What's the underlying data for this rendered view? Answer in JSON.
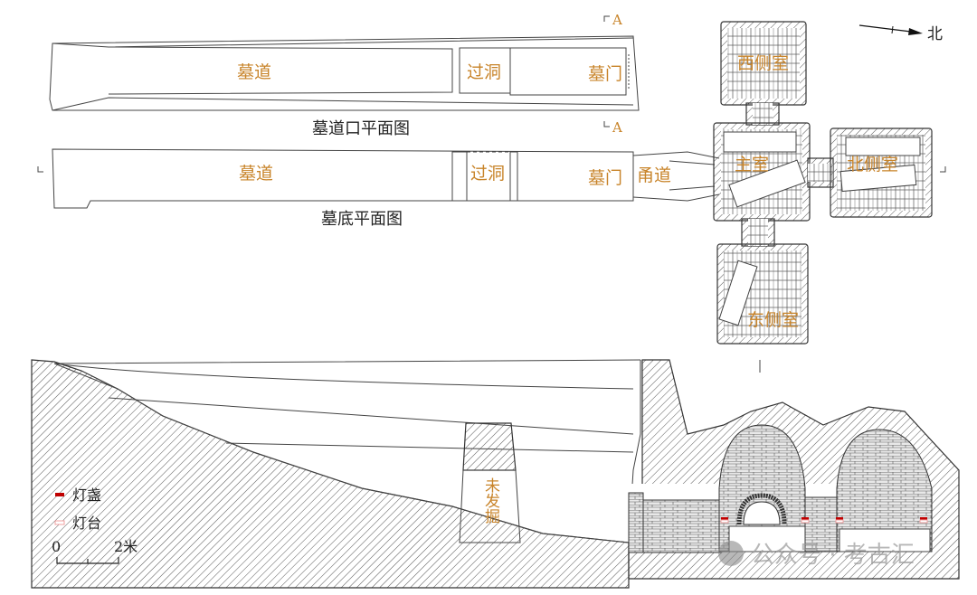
{
  "plan_top": {
    "passage": "墓道",
    "tunnel": "过洞",
    "door": "墓门",
    "section_mark_top": "A",
    "section_mark_bottom": "A",
    "caption": "墓道口平面图"
  },
  "plan_bottom": {
    "passage": "墓道",
    "tunnel": "过洞",
    "door": "墓门",
    "corridor": "甬道",
    "caption": "墓底平面图"
  },
  "chambers": {
    "west": "西侧室",
    "main": "主室",
    "north": "北侧室",
    "east": "东侧室"
  },
  "north_arrow": {
    "label": "北"
  },
  "section": {
    "unexcavated": "未发掘"
  },
  "legend": {
    "items": [
      {
        "label": "灯盏",
        "color": "#c00000"
      },
      {
        "label": "灯台",
        "color": "#f0a0a0"
      }
    ],
    "scale_start": "0",
    "scale_end": "2米"
  },
  "watermark": "公众号 · 考古汇"
}
